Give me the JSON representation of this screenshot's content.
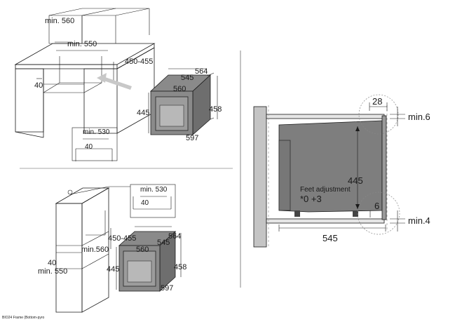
{
  "top_install": {
    "min_560": "min. 560",
    "min_550": "min. 550",
    "h_450_455": "450-455",
    "d_564": "564",
    "d_545": "545",
    "d_560": "560",
    "d_445": "445",
    "d_458": "458",
    "d_597": "597",
    "d_40": "40",
    "detail_min_530": "min. 530",
    "detail_40": "40"
  },
  "bottom_install": {
    "detail_min_530": "min. 530",
    "detail_40": "40",
    "h_450_455": "450-455",
    "min_560": "min.560",
    "d_40": "40",
    "min_550": "min. 550",
    "d_564": "564",
    "d_545": "545",
    "d_560": "560",
    "d_445": "445",
    "d_458": "458",
    "d_597": "597"
  },
  "side_view": {
    "d_28": "28",
    "min_6": "min.6",
    "d_445": "445",
    "feet_adjustment": "Feet adjustment",
    "feet_range": "*0 +3",
    "d_6": "6",
    "min_4": "min.4",
    "d_545": "545"
  },
  "footer": {
    "caption": "BIO24 Frame (Bottom-pyro"
  }
}
